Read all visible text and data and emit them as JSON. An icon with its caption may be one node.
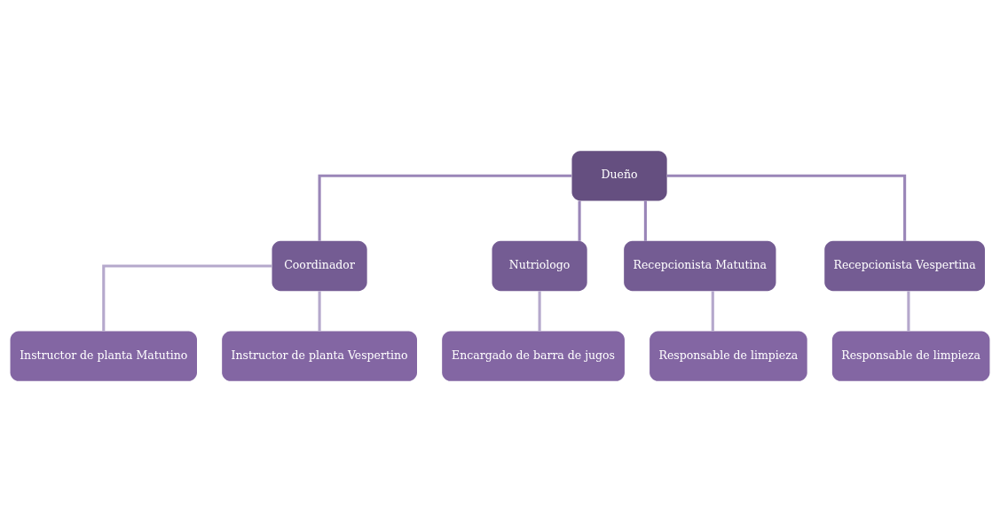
{
  "diagram": {
    "nodes": [
      {
        "text": [
          "Dueño"
        ]
      },
      {
        "text": [
          "Coordinador"
        ]
      },
      {
        "text": [
          "Nutriologo"
        ]
      },
      {
        "text": [
          "Recepcionista Matutina"
        ]
      },
      {
        "text": [
          "Recepcionista Vespertina"
        ]
      },
      {
        "text": [
          "Instructor de planta Matutino"
        ]
      },
      {
        "text": [
          "Instructor de planta Vespertino"
        ]
      },
      {
        "text": [
          "Encargado de barra de jugos"
        ]
      },
      {
        "text": [
          "Responsable de limpieza"
        ]
      },
      {
        "text": [
          "Responsable de limpieza"
        ]
      }
    ],
    "edges": [
      {
        "from": 0,
        "to": 1,
        "arrow": "none",
        "color": "#9a86b8"
      },
      {
        "from": 0,
        "to": 2,
        "arrow": "none",
        "color": "#9a86b8"
      },
      {
        "from": 0,
        "to": 3,
        "arrow": "none",
        "color": "#9a86b8"
      },
      {
        "from": 0,
        "to": 4,
        "arrow": "none",
        "color": "#9a86b8"
      },
      {
        "from": 1,
        "to": 5,
        "arrow": "none"
      },
      {
        "from": 1,
        "to": 6,
        "arrow": "none"
      },
      {
        "from": 2,
        "to": 7,
        "arrow": "none"
      },
      {
        "from": 3,
        "to": 8,
        "arrow": "none"
      },
      {
        "from": 4,
        "to": 9,
        "arrow": "none"
      }
    ]
  }
}
